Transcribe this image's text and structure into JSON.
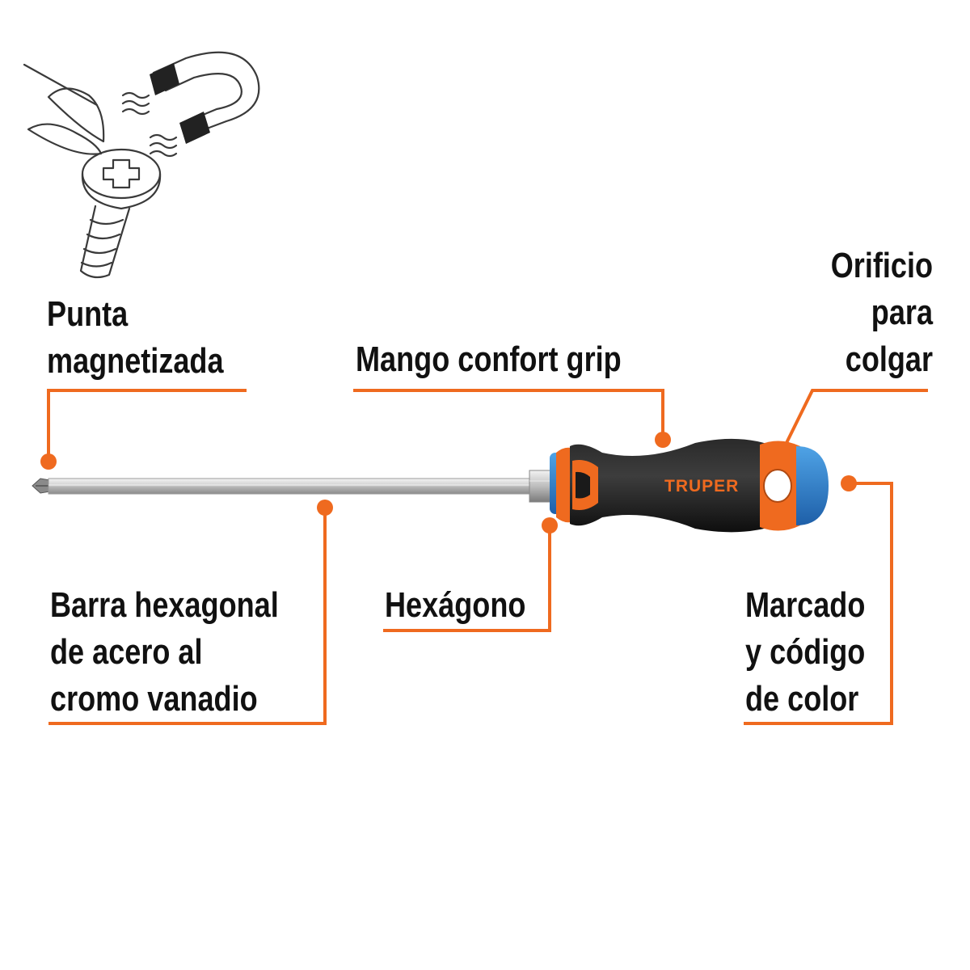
{
  "accent_color": "#ef6a1f",
  "brand": "TRUPER",
  "callouts": {
    "tip": {
      "lines": [
        "Punta",
        "magnetizada"
      ]
    },
    "handle": {
      "lines": [
        "Mango confort grip"
      ]
    },
    "hang_hole": {
      "lines": [
        "Orificio",
        "para",
        "colgar"
      ]
    },
    "shaft": {
      "lines": [
        "Barra hexagonal",
        "de acero al",
        "cromo vanadio"
      ]
    },
    "hex": {
      "lines": [
        "Hexágono"
      ]
    },
    "color_code": {
      "lines": [
        "Marcado",
        "y código",
        "de color"
      ]
    }
  },
  "icons": {
    "magnet_illustration": "magnet-screw-icon",
    "tool": "screwdriver-icon"
  }
}
